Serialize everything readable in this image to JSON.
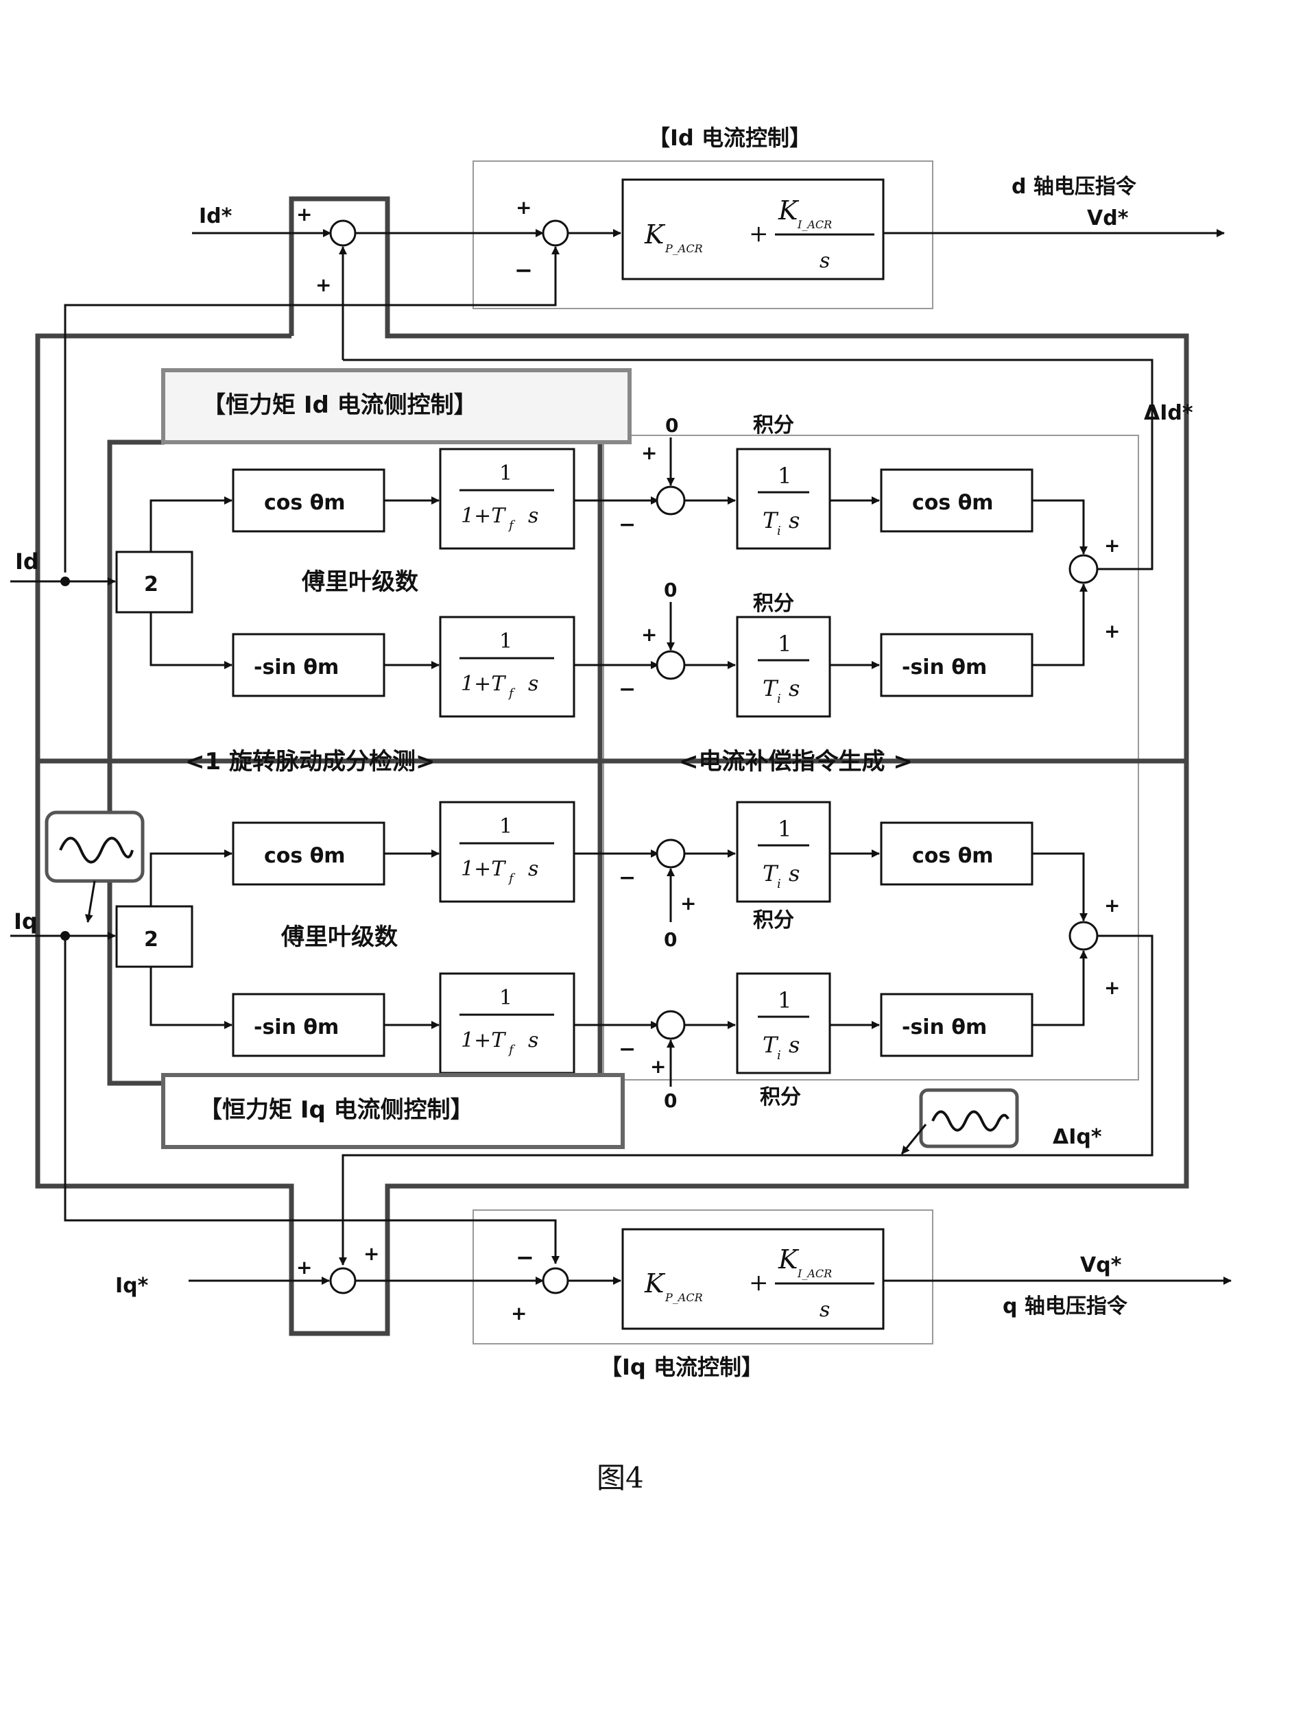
{
  "labels": {
    "id_control_title": "【Id 电流控制】",
    "iq_control_title": "【Iq 电流控制】",
    "d_voltage_cmd": "d 轴电压指令",
    "q_voltage_cmd": "q 轴电压指令",
    "vd_star": "Vd*",
    "vq_star": "Vq*",
    "id_star": "Id*",
    "iq_star": "Iq*",
    "id": "Id",
    "iq": "Iq",
    "delta_id_star": "ΔId*",
    "delta_iq_star": "ΔIq*",
    "const_torque_id": "【恒力矩 Id 电流侧控制】",
    "const_torque_iq": "【恒力矩 Iq 电流侧控制】",
    "fourier_series": "傅里叶级数",
    "pulsation_detection": "<1 旋转脉动成分检测>",
    "comp_cmd_generation": "<电流补偿指令生成 >",
    "integral": "积分",
    "gain_2": "2",
    "zero": "0",
    "cos_block": "cos θm",
    "neg_sin_block": "-sin θm",
    "lpf_num": "1",
    "lpf_den": "1+T",
    "lpf_den_sub": "f",
    "lpf_den_s": "s",
    "int_num": "1",
    "int_den": "T",
    "int_den_sub": "i",
    "int_den_s": "s",
    "pi_kp": "K",
    "pi_kp_sub": "P_ACR",
    "pi_plus": "+",
    "pi_ki": "K",
    "pi_ki_sub": "I_ACR",
    "pi_s": "s",
    "plus": "+",
    "minus": "−",
    "figure_caption": "图4"
  }
}
